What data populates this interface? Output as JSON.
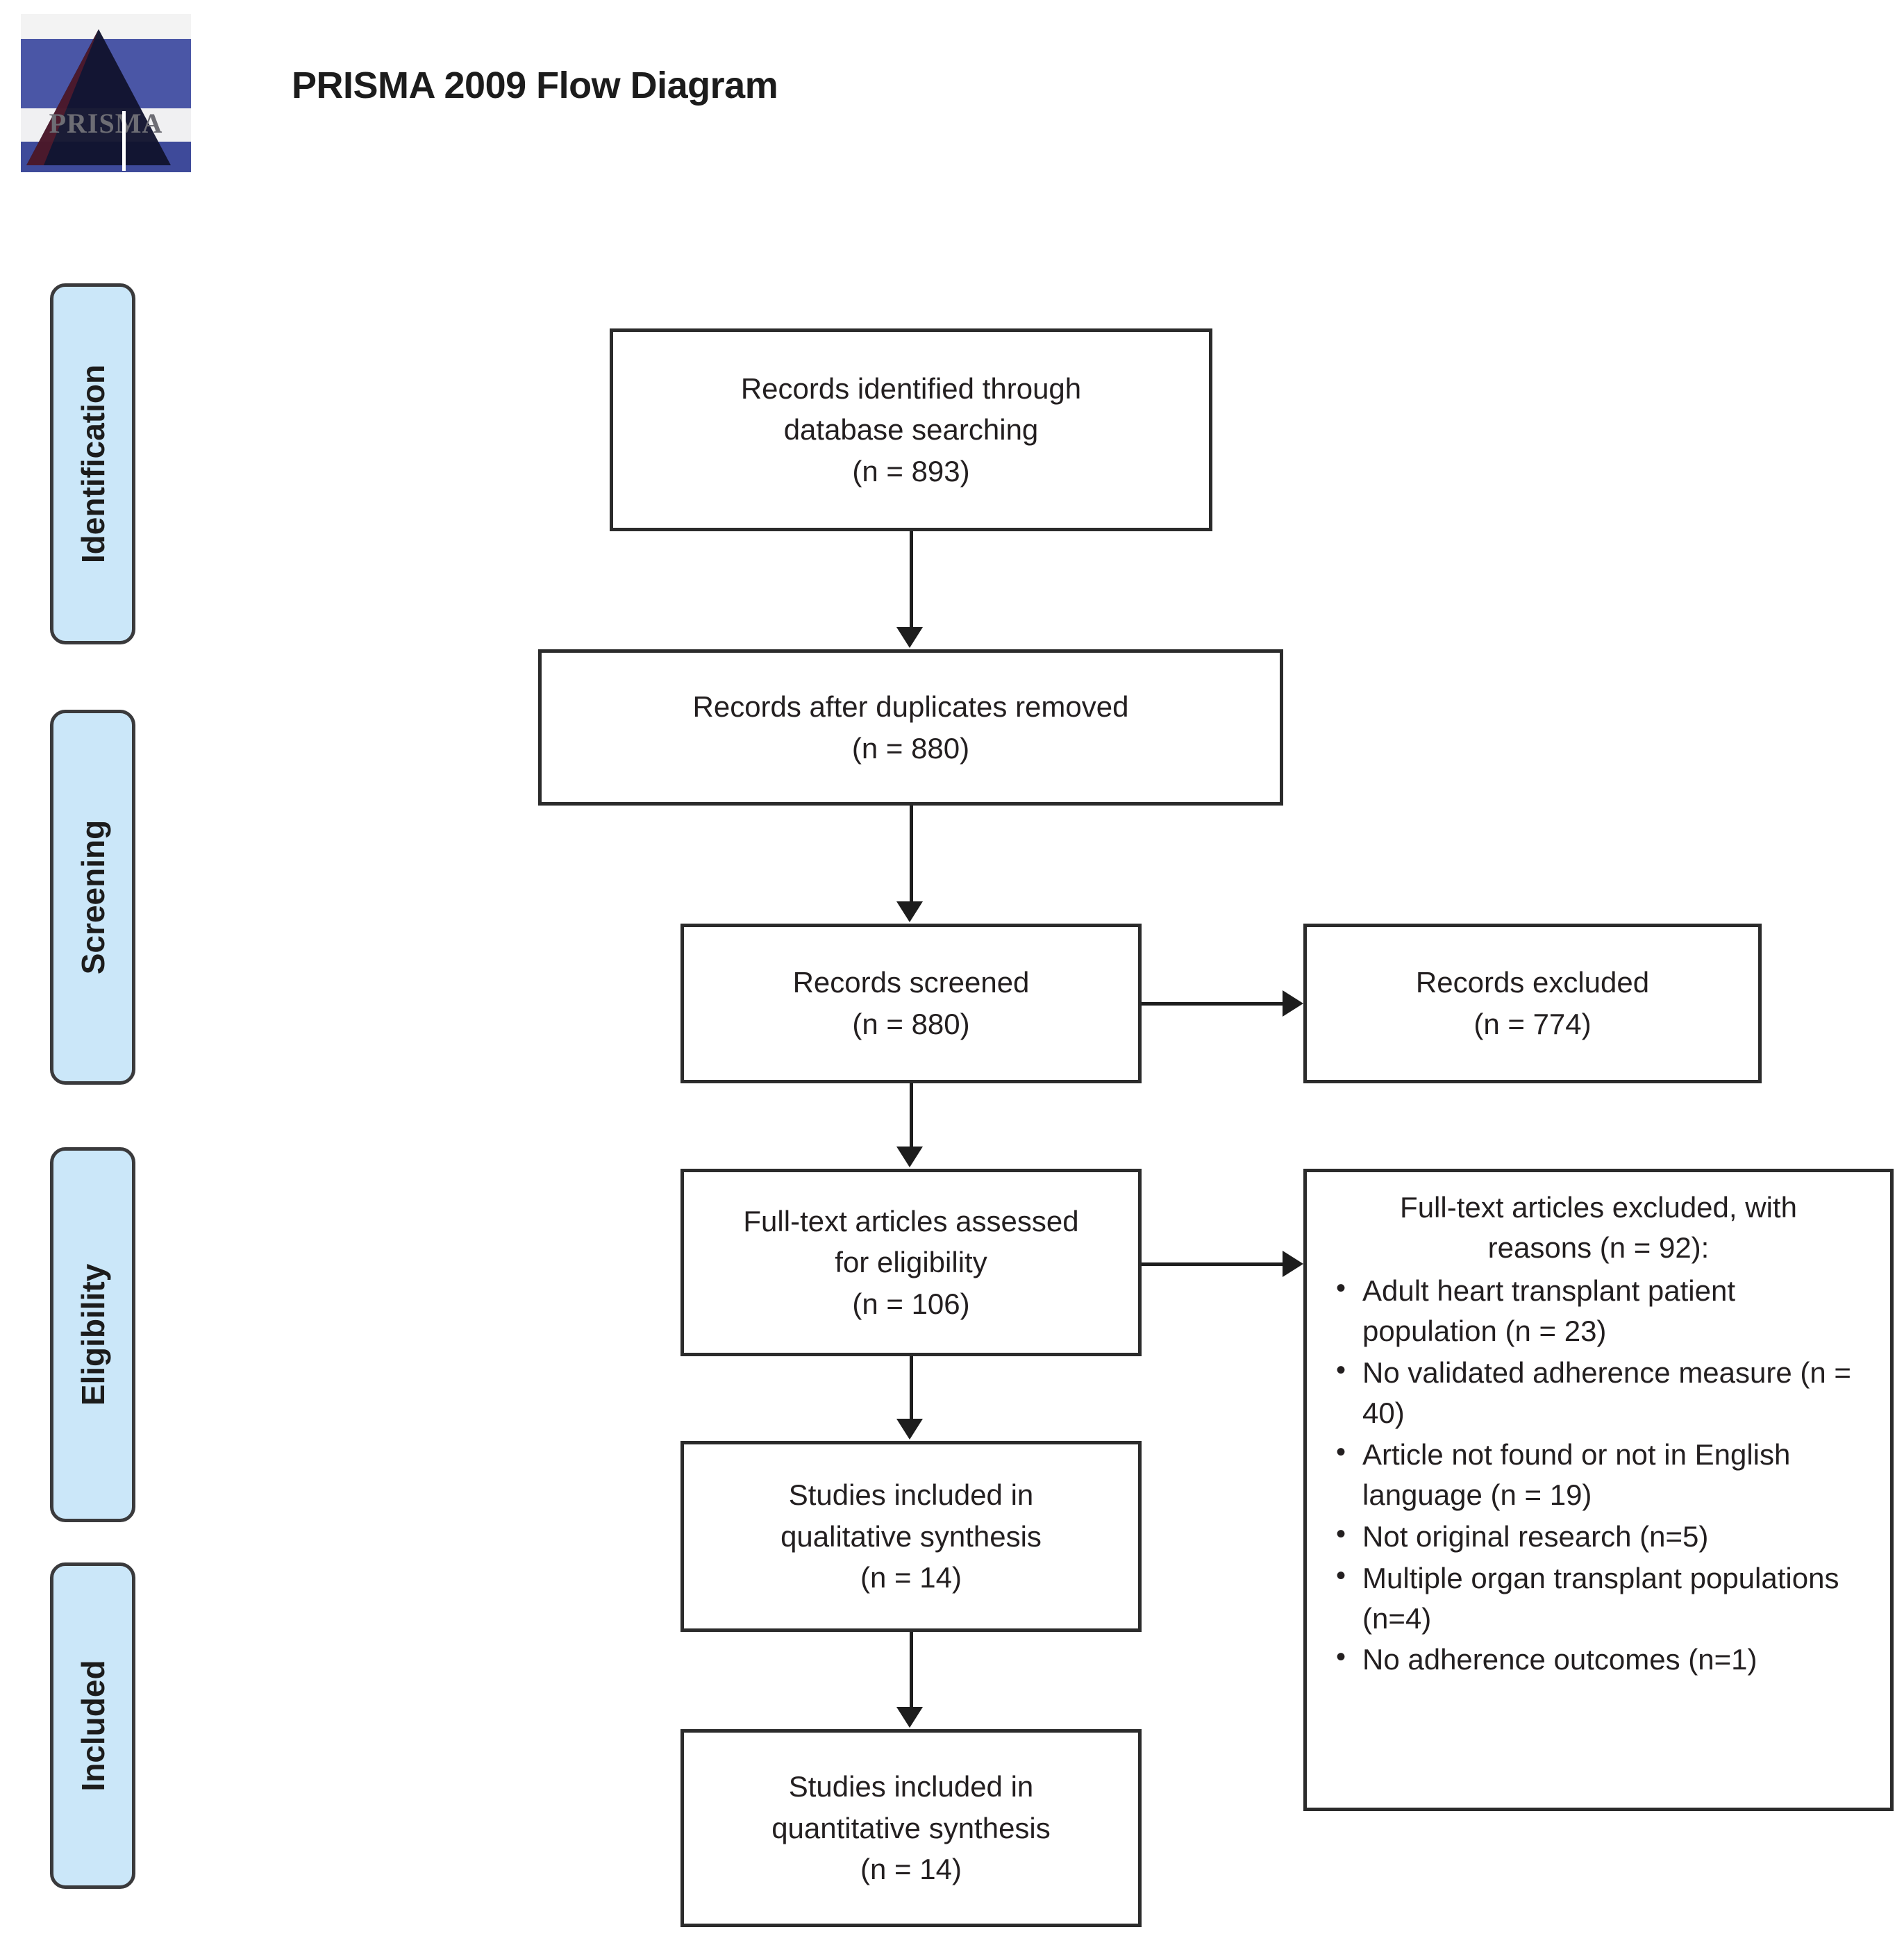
{
  "header": {
    "title": "PRISMA 2009 Flow Diagram",
    "logo_wordmark": "PRISMA"
  },
  "stages": [
    {
      "key": "identification",
      "label": "Identification"
    },
    {
      "key": "screening",
      "label": "Screening"
    },
    {
      "key": "eligibility",
      "label": "Eligibility"
    },
    {
      "key": "included",
      "label": "Included"
    }
  ],
  "colors": {
    "stage_fill": "#cbe7f9",
    "stage_border": "#3a3a3c",
    "box_border": "#2b2b2b",
    "text": "#231f20",
    "connector": "#1d1d1d"
  },
  "boxes": {
    "identified": {
      "line1": "Records identified through",
      "line2": "database searching",
      "line3": "(n = 893)"
    },
    "duplicates": {
      "line1": "Records after duplicates removed",
      "line2": "(n = 880)"
    },
    "screened": {
      "line1": "Records screened",
      "line2": "(n = 880)"
    },
    "excluded": {
      "line1": "Records excluded",
      "line2": "(n = 774)"
    },
    "fulltext": {
      "line1": "Full-text articles assessed",
      "line2": "for eligibility",
      "line3": "(n = 106)"
    },
    "qualitative": {
      "line1": "Studies included in",
      "line2": "qualitative synthesis",
      "line3": "(n = 14)"
    },
    "quantitative": {
      "line1": "Studies included in",
      "line2": "quantitative synthesis",
      "line3": "(n = 14)"
    },
    "reasons": {
      "heading_line1": "Full-text articles excluded, with",
      "heading_line2": "reasons (n = 92):",
      "items": [
        "Adult heart transplant patient population (n = 23)",
        "No validated adherence measure (n = 40)",
        "Article not found or not in English language (n = 19)",
        "Not original research (n=5)",
        "Multiple organ transplant populations (n=4)",
        "No adherence outcomes (n=1)"
      ]
    }
  },
  "chart_data": {
    "type": "diagram",
    "title": "PRISMA 2009 Flow Diagram",
    "nodes": [
      {
        "id": "identified",
        "stage": "Identification",
        "label": "Records identified through database searching",
        "n": 893
      },
      {
        "id": "duplicates",
        "stage": "Screening",
        "label": "Records after duplicates removed",
        "n": 880
      },
      {
        "id": "screened",
        "stage": "Screening",
        "label": "Records screened",
        "n": 880
      },
      {
        "id": "excluded",
        "stage": "Screening",
        "label": "Records excluded",
        "n": 774
      },
      {
        "id": "fulltext",
        "stage": "Eligibility",
        "label": "Full-text articles assessed for eligibility",
        "n": 106
      },
      {
        "id": "reasons",
        "stage": "Eligibility",
        "label": "Full-text articles excluded, with reasons",
        "n": 92
      },
      {
        "id": "qualitative",
        "stage": "Included",
        "label": "Studies included in qualitative synthesis",
        "n": 14
      },
      {
        "id": "quantitative",
        "stage": "Included",
        "label": "Studies included in quantitative synthesis",
        "n": 14
      }
    ],
    "exclusion_reasons": [
      {
        "reason": "Adult heart transplant patient population",
        "n": 23
      },
      {
        "reason": "No validated adherence measure",
        "n": 40
      },
      {
        "reason": "Article not found or not in English language",
        "n": 19
      },
      {
        "reason": "Not original research",
        "n": 5
      },
      {
        "reason": "Multiple organ transplant populations",
        "n": 4
      },
      {
        "reason": "No adherence outcomes",
        "n": 1
      }
    ],
    "edges": [
      {
        "from": "identified",
        "to": "duplicates"
      },
      {
        "from": "duplicates",
        "to": "screened"
      },
      {
        "from": "screened",
        "to": "excluded"
      },
      {
        "from": "screened",
        "to": "fulltext"
      },
      {
        "from": "fulltext",
        "to": "reasons"
      },
      {
        "from": "fulltext",
        "to": "qualitative"
      },
      {
        "from": "qualitative",
        "to": "quantitative"
      }
    ]
  }
}
